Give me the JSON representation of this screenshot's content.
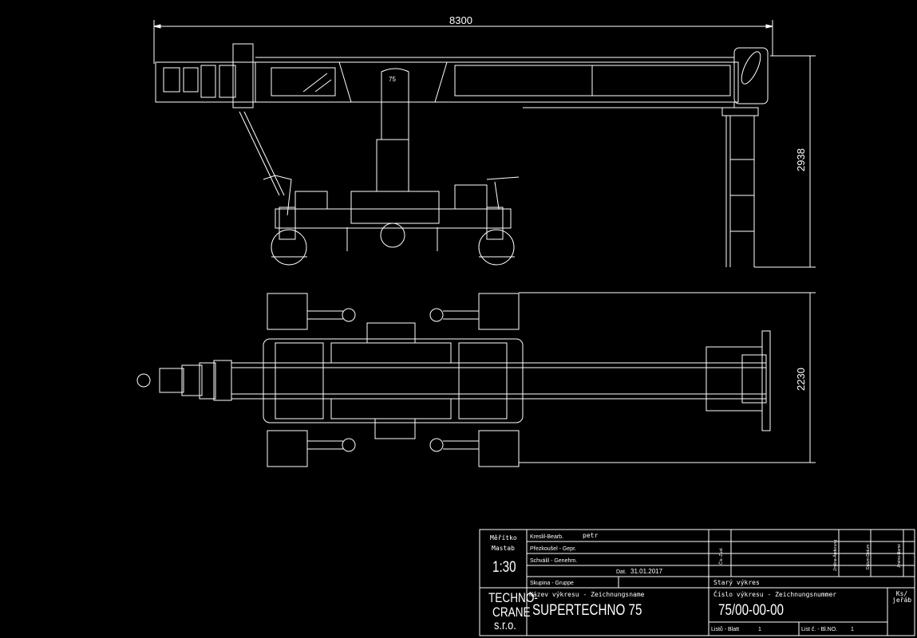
{
  "drawing": {
    "dimensions": {
      "length": "8300",
      "height": "2938",
      "width": "2230"
    },
    "post_label": "75",
    "colors": {
      "background": "#000000",
      "lines": "#ffffff"
    }
  },
  "title_block": {
    "scale_label_cz": "Měřítko",
    "scale_label_de": "Mastab",
    "scale": "1:30",
    "drawn_by_label": "Kreslil-Bearb.",
    "drawn_by": "petr",
    "checked_label": "Přezkoušel - Gepr.",
    "approved_label": "Schválil - Genehm.",
    "date_label": "Dat.",
    "date": "31.01.2017",
    "group_label": "Skupina - Gruppe",
    "company": [
      "TECHNO-",
      "CRANE",
      "s.r.o."
    ],
    "drawing_name_label": "Název výkresu - Zeichnungsname",
    "drawing_name": "SUPERTECHNO 75",
    "revision_headers": [
      "Čís.-Zust.",
      "Změna-Änderung",
      "Datum-Datum",
      "Jméno-Name"
    ],
    "old_drawing_label": "Starý výkres",
    "drawing_number_label": "Číslo výkresu - Zeichnungsnummer",
    "drawing_number": "75/00-00-00",
    "qty_label": "Ks/ jeřáb",
    "sheets_label": "Listů - Blatt",
    "sheets": "1",
    "sheet_no_label": "List č. - Bl.NO.",
    "sheet_no": "1"
  }
}
